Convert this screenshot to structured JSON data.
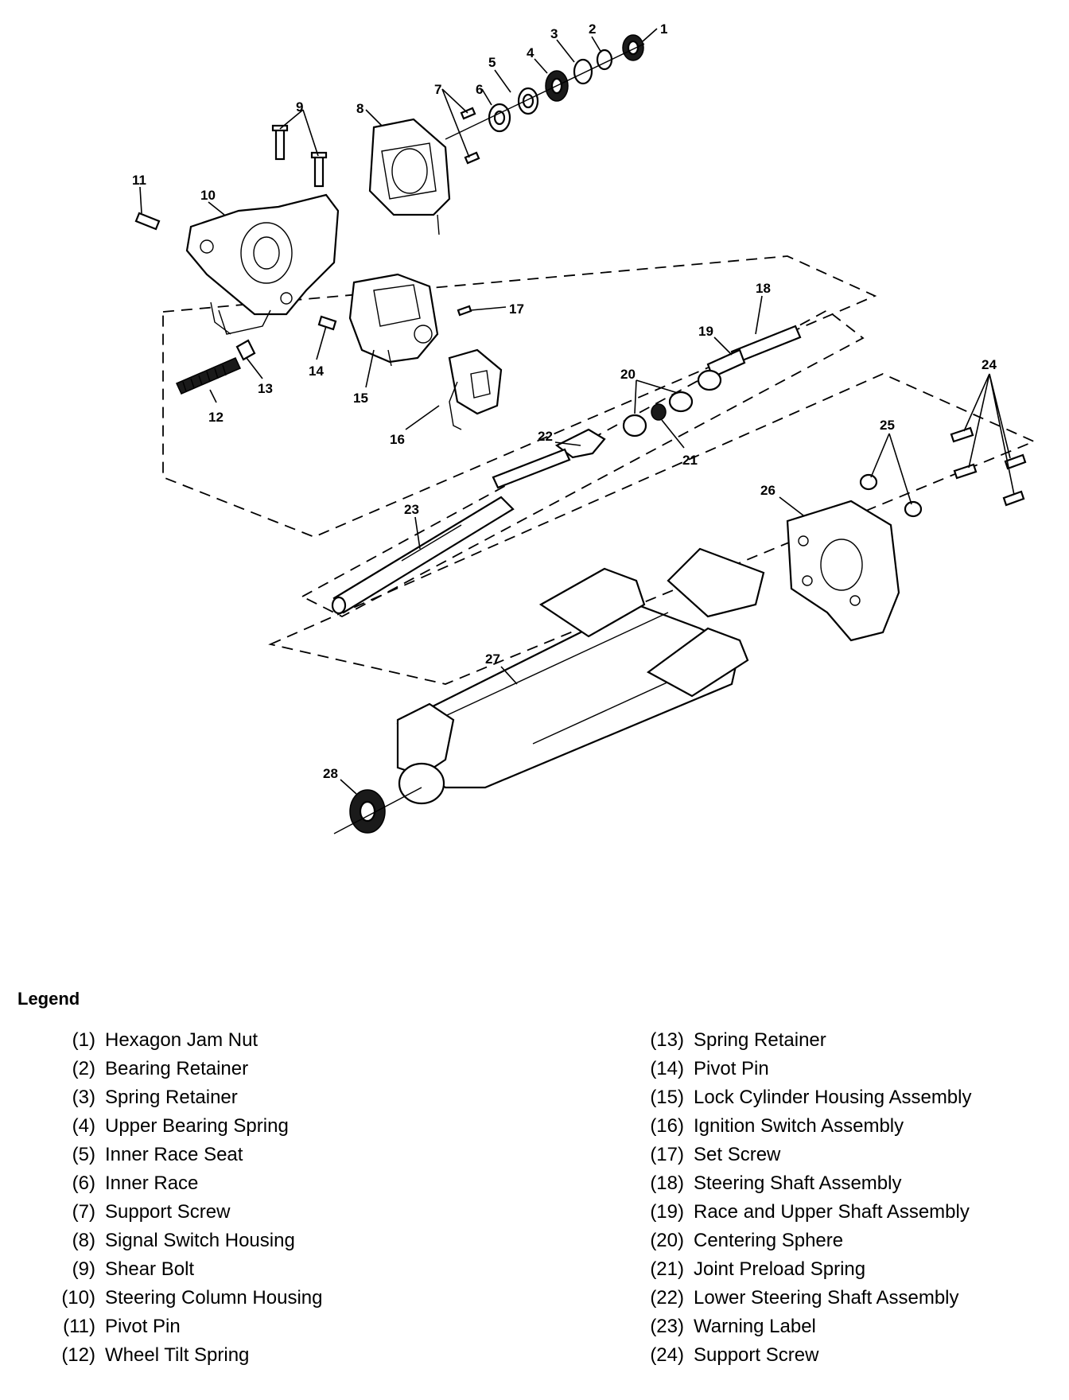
{
  "callouts": [
    "1",
    "2",
    "3",
    "4",
    "5",
    "6",
    "7",
    "8",
    "9",
    "10",
    "11",
    "12",
    "13",
    "14",
    "15",
    "16",
    "17",
    "18",
    "19",
    "20",
    "21",
    "22",
    "23",
    "24",
    "25",
    "26",
    "27",
    "28"
  ],
  "legend": {
    "title": "Legend",
    "left": [
      {
        "num": "(1)",
        "label": "Hexagon Jam Nut"
      },
      {
        "num": "(2)",
        "label": "Bearing Retainer"
      },
      {
        "num": "(3)",
        "label": "Spring Retainer"
      },
      {
        "num": "(4)",
        "label": "Upper Bearing Spring"
      },
      {
        "num": "(5)",
        "label": "Inner Race Seat"
      },
      {
        "num": "(6)",
        "label": "Inner Race"
      },
      {
        "num": "(7)",
        "label": "Support Screw"
      },
      {
        "num": "(8)",
        "label": "Signal Switch Housing"
      },
      {
        "num": "(9)",
        "label": "Shear Bolt"
      },
      {
        "num": "(10)",
        "label": "Steering Column Housing"
      },
      {
        "num": "(11)",
        "label": "Pivot Pin"
      },
      {
        "num": "(12)",
        "label": "Wheel Tilt Spring"
      }
    ],
    "right": [
      {
        "num": "(13)",
        "label": "Spring Retainer"
      },
      {
        "num": "(14)",
        "label": "Pivot Pin"
      },
      {
        "num": "(15)",
        "label": "Lock Cylinder Housing Assembly"
      },
      {
        "num": "(16)",
        "label": "Ignition Switch Assembly"
      },
      {
        "num": "(17)",
        "label": "Set Screw"
      },
      {
        "num": "(18)",
        "label": "Steering Shaft Assembly"
      },
      {
        "num": "(19)",
        "label": "Race and Upper Shaft Assembly"
      },
      {
        "num": "(20)",
        "label": "Centering Sphere"
      },
      {
        "num": "(21)",
        "label": "Joint Preload Spring"
      },
      {
        "num": "(22)",
        "label": "Lower Steering Shaft Assembly"
      },
      {
        "num": "(23)",
        "label": "Warning Label"
      },
      {
        "num": "(24)",
        "label": "Support Screw"
      }
    ]
  }
}
